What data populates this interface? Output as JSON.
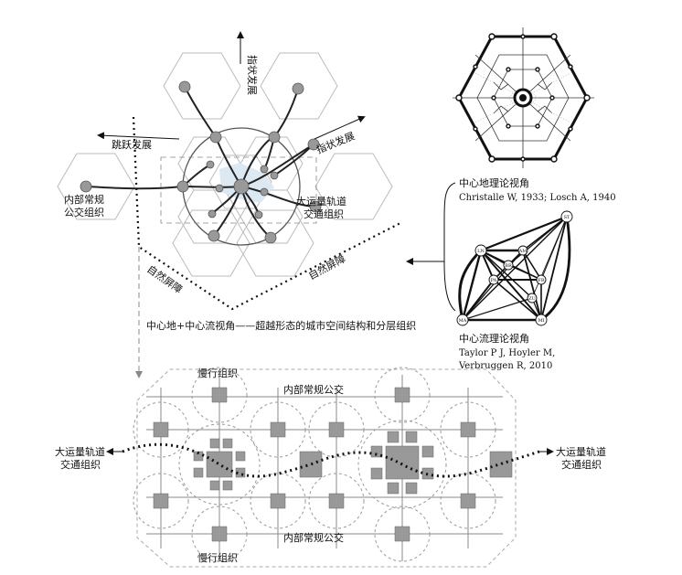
{
  "labels": {
    "finger_up": "指状发展",
    "finger_right": "指状发展",
    "leap": "跳跃发展",
    "inner_transit": [
      "内部常规",
      "公交组织"
    ],
    "rail_top": [
      "大运量轨道",
      "交通组织"
    ],
    "barrier_left": "自然屏障",
    "barrier_right": "自然屏障",
    "central_place_title": "中心地理论视角",
    "central_place_refs": "Christalle W, 1933; Losch A, 1940",
    "central_flow_title": "中心流理论视角",
    "central_flow_refs": [
      "Taylor P J, Hoyler M,",
      "Verbruggen R, 2010"
    ],
    "caption": "中心地+中心流视角——超越形态的城市空间结构和分层组织",
    "slow_top": "慢行组织",
    "slow_bottom": "慢行组织",
    "inner_bus_top": "内部常规公交",
    "inner_bus_bottom": "内部常规公交",
    "rail_left": [
      "大运量轨道",
      "交通组织"
    ],
    "rail_right": [
      "大运量轨道",
      "交通组织"
    ]
  },
  "flow_nodes": [
    "ST",
    "LN",
    "AM",
    "BR",
    "PA",
    "FR",
    "ZU",
    "MA",
    "MI"
  ]
}
